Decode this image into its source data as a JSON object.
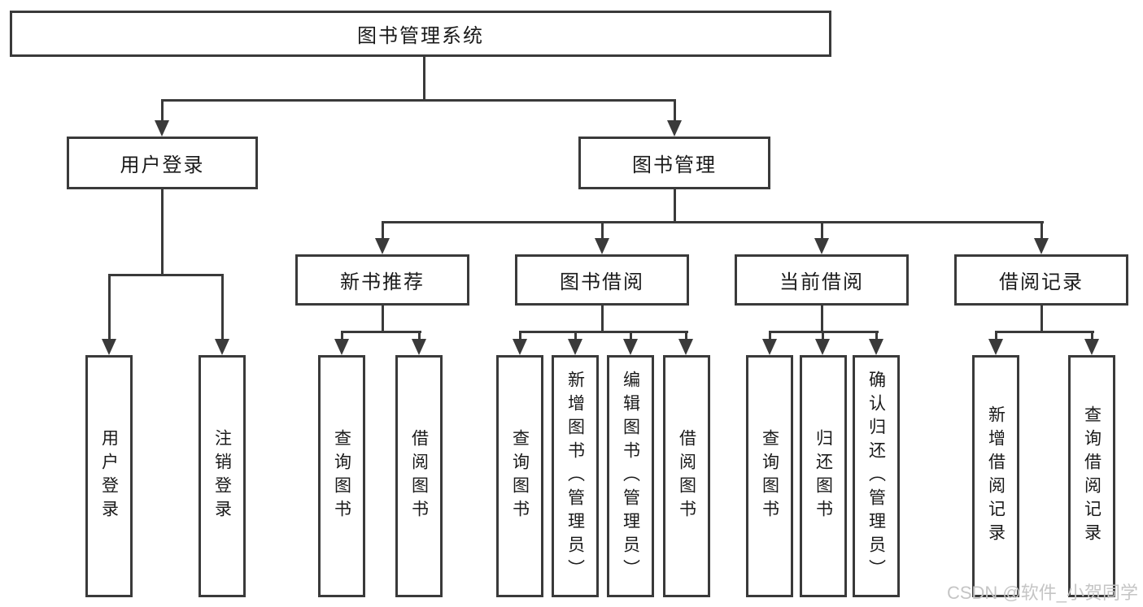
{
  "colors": {
    "line": "#3a3a3a",
    "text": "#1a1a1a",
    "background": "#ffffff",
    "watermark": "#c5c5c5"
  },
  "diagram": {
    "root": {
      "label": "图书管理系统"
    },
    "branches": [
      {
        "label": "用户登录",
        "children": [
          {
            "label": "用户登录"
          },
          {
            "label": "注销登录"
          }
        ]
      },
      {
        "label": "图书管理",
        "groups": [
          {
            "label": "新书推荐",
            "children": [
              {
                "label": "查询图书"
              },
              {
                "label": "借阅图书"
              }
            ]
          },
          {
            "label": "图书借阅",
            "children": [
              {
                "label": "查询图书"
              },
              {
                "label": "新增图书（管理员）"
              },
              {
                "label": "编辑图书（管理员）"
              },
              {
                "label": "借阅图书"
              }
            ]
          },
          {
            "label": "当前借阅",
            "children": [
              {
                "label": "查询图书"
              },
              {
                "label": "归还图书"
              },
              {
                "label": "确认归还（管理员）"
              }
            ]
          },
          {
            "label": "借阅记录",
            "children": [
              {
                "label": "新增借阅记录"
              },
              {
                "label": "查询借阅记录"
              }
            ]
          }
        ]
      }
    ]
  },
  "watermark": {
    "text": "CSDN @软件_小贺同学"
  }
}
